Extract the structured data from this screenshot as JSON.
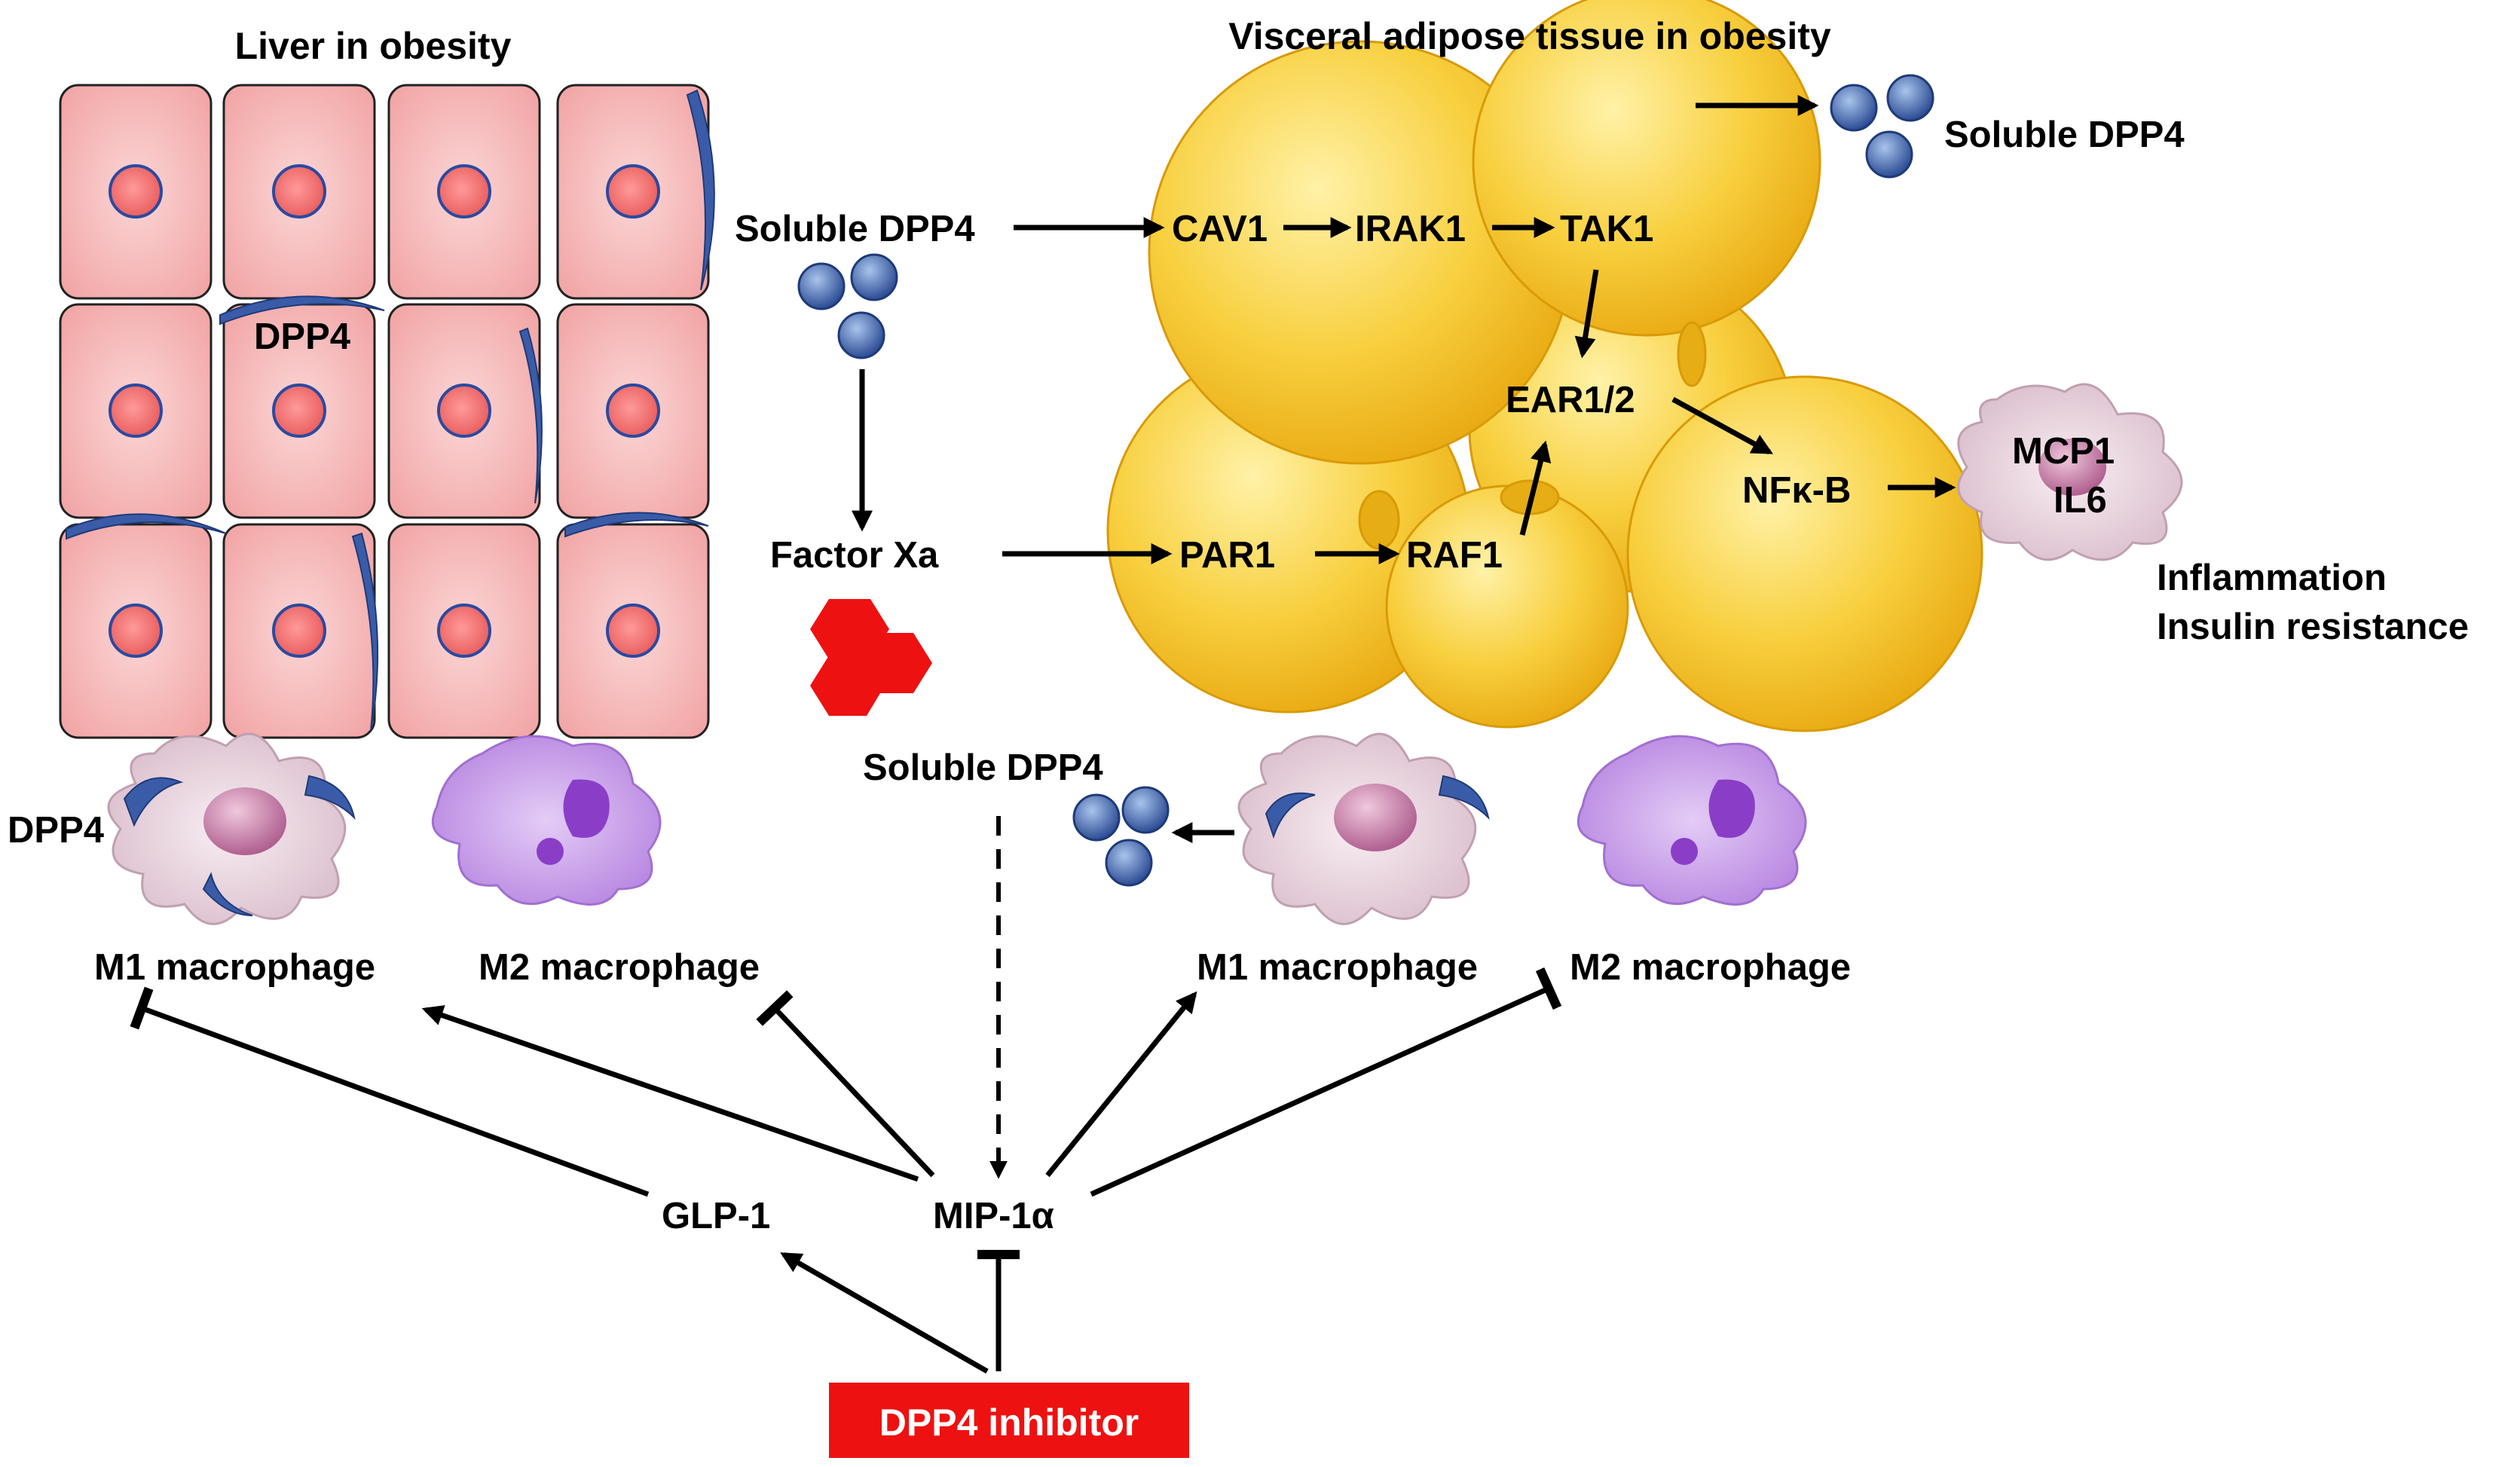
{
  "titles": {
    "liver": "Liver in obesity",
    "adipose": "Visceral adipose tissue in obesity"
  },
  "labels": {
    "dpp4_liver": "DPP4",
    "dpp4_macrophage": "DPP4",
    "soluble_dpp4_top_right": "Soluble DPP4",
    "soluble_dpp4_left": "Soluble DPP4",
    "soluble_dpp4_middle": "Soluble DPP4",
    "cav1": "CAV1",
    "irak1": "IRAK1",
    "tak1": "TAK1",
    "ear12": "EAR1/2",
    "nfkb": "NFκ-B",
    "factor_xa": "Factor Xa",
    "par1": "PAR1",
    "raf1": "RAF1",
    "mcp1": "MCP1",
    "il6": "IL6",
    "inflammation": "Inflammation",
    "insulin_resistance": "Insulin resistance",
    "m1_left": "M1 macrophage",
    "m2_left": "M2 macrophage",
    "m1_right": "M1 macrophage",
    "m2_right": "M2 macrophage",
    "glp1": "GLP-1",
    "mip1a": "MIP-1α",
    "dpp4_inhibitor": "DPP4 inhibitor"
  },
  "colors": {
    "hepatocyte_fill": "#f8c8c8",
    "hepatocyte_nucleus": "#f07070",
    "nucleus_ring": "#2a4aa0",
    "adipocyte": "#f5c62a",
    "dpp4_blue": "#3a5ca8",
    "factor_xa_red": "#ee1111",
    "m1_macrophage": "#eddde4",
    "m2_macrophage": "#c9a0e6",
    "inhibitor_box": "#ee1111"
  },
  "icons": [
    "hepatocyte-cell",
    "dpp4-membrane-arc",
    "soluble-dpp4-sphere",
    "factor-xa-hexagon",
    "adipocyte",
    "m1-macrophage",
    "m2-macrophage"
  ]
}
